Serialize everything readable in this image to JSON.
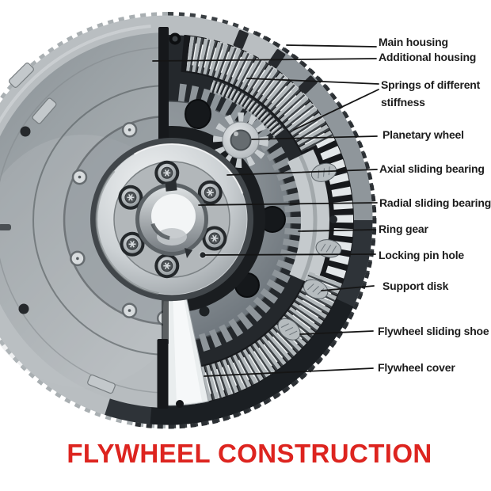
{
  "title": "FLYWHEEL CONSTRUCTION",
  "labels": {
    "main_housing": "Main housing",
    "additional_housing": "Additional housing",
    "springs_line1": "Springs of different",
    "springs_line2": "stiffness",
    "planetary_wheel": "Planetary wheel",
    "axial_bearing": "Axial sliding bearing",
    "radial_bearing": "Radial sliding bearing",
    "ring_gear": "Ring gear",
    "locking_pin": "Locking pin hole",
    "support_disk": "Support disk",
    "sliding_shoe": "Flywheel sliding shoe",
    "flywheel_cover": "Flywheel cover"
  },
  "colors": {
    "title_red": "#dd241f",
    "label_text": "#1c1c1c",
    "leader_line": "#151515",
    "housing_gray": "#a2a8ac",
    "cavity_dark": "#24282c",
    "bright_metal": "#eef1f2"
  }
}
